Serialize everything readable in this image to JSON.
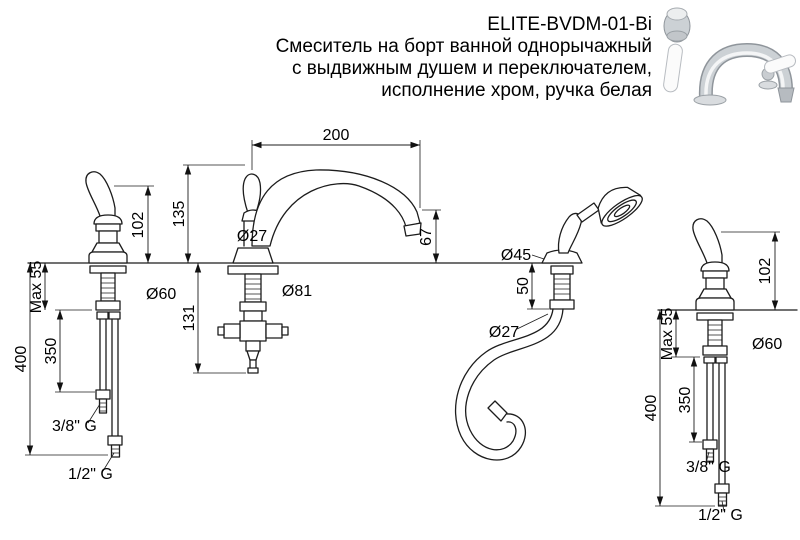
{
  "header": {
    "model": "ELITE-BVDM-01-Bi",
    "desc_lines": [
      "Смеситель на борт ванной однорычажный",
      "с выдвижным душем и переключателем,",
      "исполнение хром, ручка белая"
    ]
  },
  "dimensions": {
    "left": {
      "h102": "102",
      "d60": "Ø60",
      "max55": "Max 55",
      "l350": "350",
      "l400": "400",
      "g38": "3/8\" G",
      "g12": "1/2\" G"
    },
    "spout": {
      "w200": "200",
      "h135": "135",
      "h131": "131",
      "drop67": "67",
      "d27": "Ø27",
      "d81": "Ø81"
    },
    "shower": {
      "d45": "Ø45",
      "depth50": "50",
      "d27": "Ø27"
    },
    "right": {
      "h102": "102",
      "d60": "Ø60",
      "max55": "Max 55",
      "l350": "350",
      "l400": "400",
      "g38": "3/8\" G",
      "g12": "1/2\" G"
    }
  }
}
